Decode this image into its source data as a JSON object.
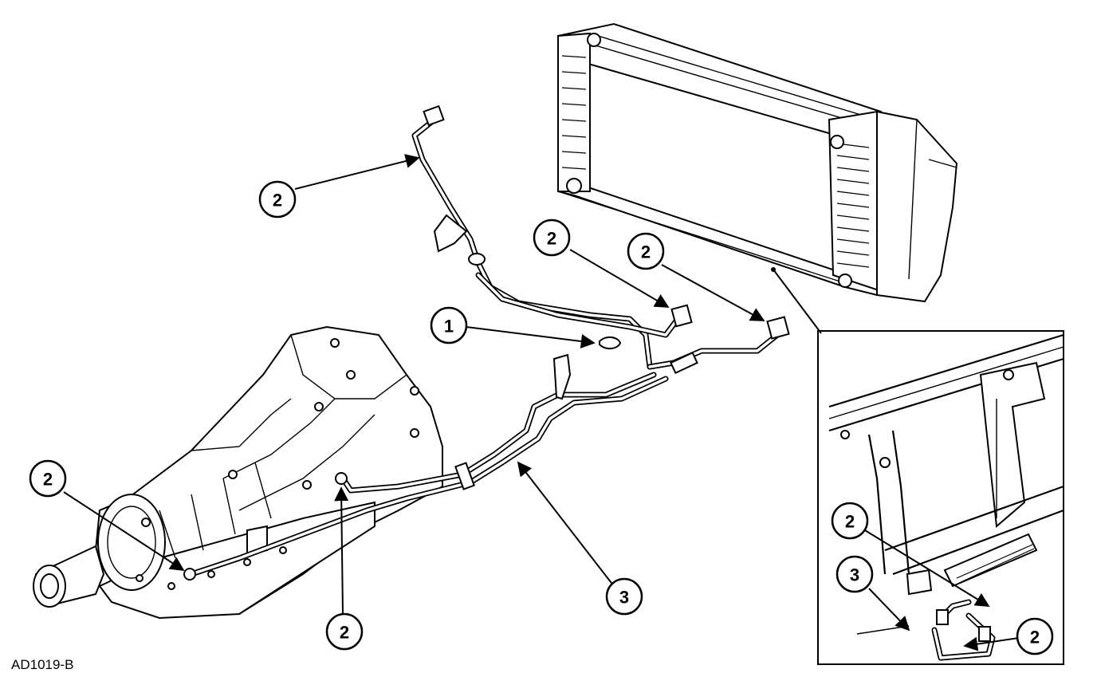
{
  "figure_id": "AD1019-B",
  "callouts": [
    {
      "label": "1"
    },
    {
      "label": "2"
    },
    {
      "label": "2"
    },
    {
      "label": "2"
    },
    {
      "label": "2"
    },
    {
      "label": "2"
    },
    {
      "label": "3"
    },
    {
      "label": "2"
    },
    {
      "label": "3"
    },
    {
      "label": "2"
    }
  ],
  "components": {
    "transmission": "transmission-housing",
    "radiator": "radiator",
    "cooler_lines": "transmission-cooler-lines",
    "detail_inset": "auxiliary-cooler-detail"
  },
  "colors": {
    "ink": "#000000",
    "paper": "#ffffff"
  }
}
